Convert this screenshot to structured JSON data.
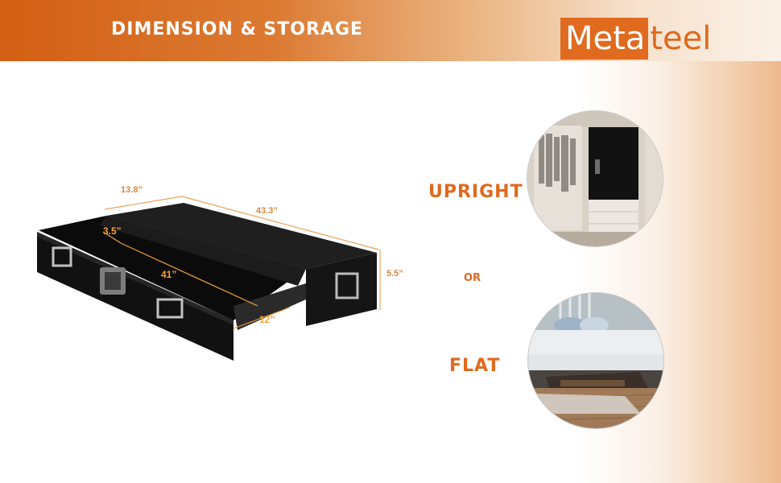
{
  "header": {
    "title": "DIMENSION & STORAGE",
    "logo_part1": "Meta",
    "logo_part2": "teel"
  },
  "dimensions": {
    "depth": "13.8”",
    "length": "43.3”",
    "height": "5.5”",
    "drawer_height": "3.5”",
    "drawer_length": "41”",
    "drawer_depth": "12”"
  },
  "options": {
    "upright": "UPRIGHT",
    "or": "OR",
    "flat": "FLAT"
  },
  "colors": {
    "accent": "#e06a1e",
    "dimension_line": "#e8a35c",
    "safe_body": "#141414"
  }
}
